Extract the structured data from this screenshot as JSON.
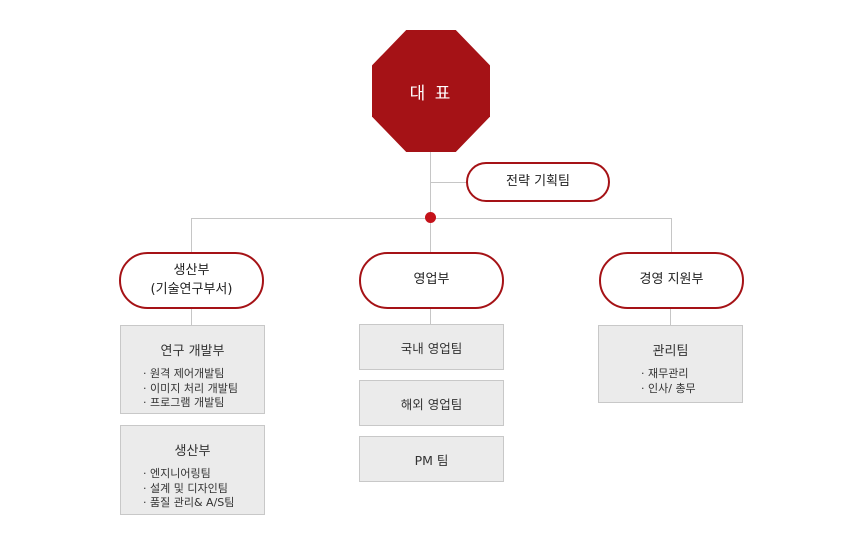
{
  "ceo": "대 표",
  "strategy": "전략 기획팀",
  "colors": {
    "accent": "#a51216",
    "box_bg": "#ebebeb",
    "line": "#c6c6c6"
  },
  "divisions": [
    {
      "label_line1": "생산부",
      "label_line2": "(기술연구부서)",
      "teams": [
        {
          "title": "연구 개발부",
          "items": [
            "원격 제어개발팀",
            "이미지 처리 개발팀",
            "프로그램 개발팀"
          ]
        },
        {
          "title": "생산부",
          "items": [
            "엔지니어링팀",
            "설계 및 디자인팀",
            "품질 관리& A/S팀"
          ]
        }
      ]
    },
    {
      "label_line1": "영업부",
      "teams": [
        {
          "title": "국내 영업팀"
        },
        {
          "title": "해외 영업팀"
        },
        {
          "title": "PM 팀"
        }
      ]
    },
    {
      "label_line1": "경영 지원부",
      "teams": [
        {
          "title": "관리팀",
          "items": [
            "재무관리",
            "인사/ 총무"
          ]
        }
      ]
    }
  ]
}
